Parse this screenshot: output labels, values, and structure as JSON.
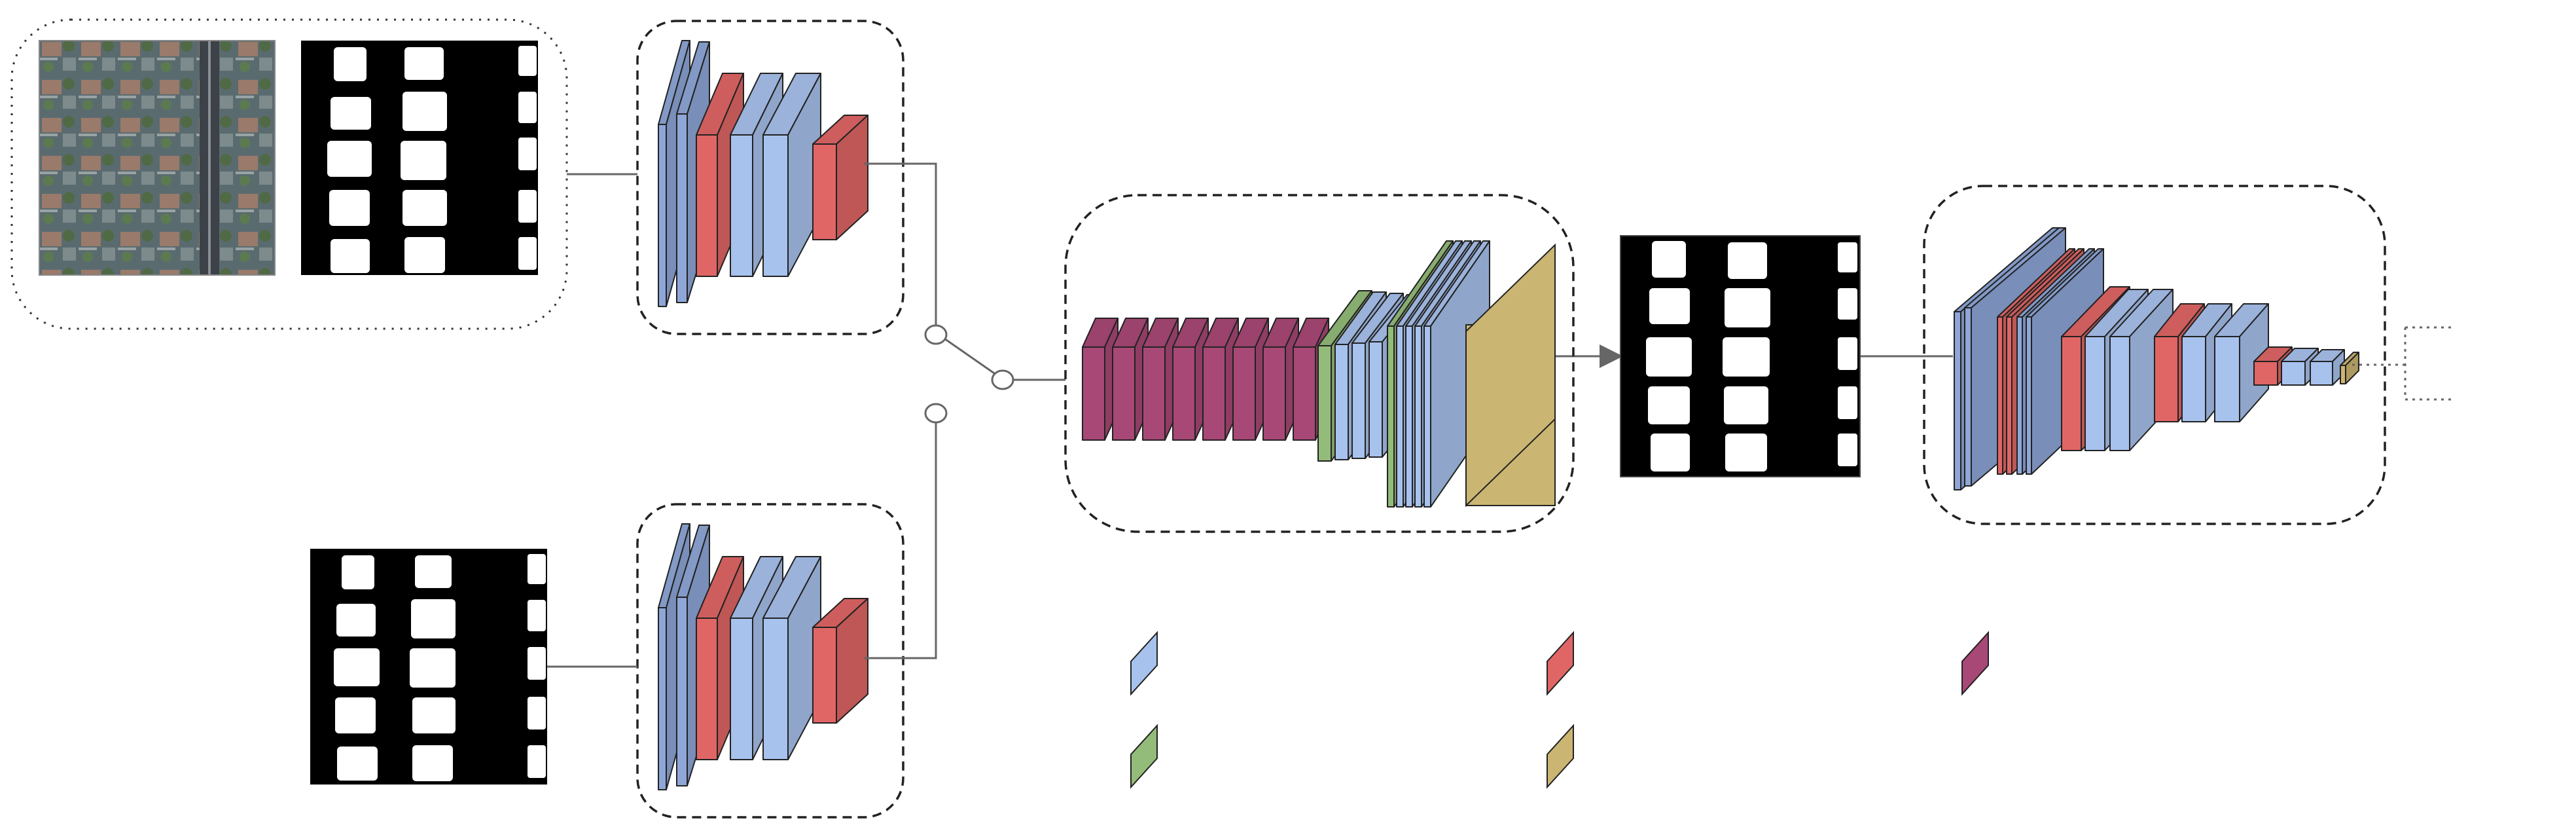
{
  "diagram": {
    "colors": {
      "conv_blue": "#a8c2ee",
      "conv_blue_dark": "#8ea7d8",
      "pool_red": "#e06665",
      "upsample_magenta": "#a84876",
      "green": "#93bb79",
      "output_gold": "#cbb572",
      "image_black": "#000000",
      "mask_white": "#ffffff",
      "line": "#666666",
      "dash": "#222222"
    },
    "icons": {
      "input_aerial": "aerial-rooftop-photo",
      "input_mask": "building-footprint-mask",
      "output_mask": "predicted-building-mask"
    },
    "legend": [
      {
        "id": "blue",
        "color": "#a8c2ee",
        "label": ""
      },
      {
        "id": "red",
        "color": "#e06665",
        "label": ""
      },
      {
        "id": "magenta",
        "color": "#a84876",
        "label": ""
      },
      {
        "id": "green",
        "color": "#93bb79",
        "label": ""
      },
      {
        "id": "gold",
        "color": "#cbb572",
        "label": ""
      }
    ],
    "switch": {
      "states": [
        "top",
        "bottom"
      ],
      "selected": "top"
    }
  }
}
